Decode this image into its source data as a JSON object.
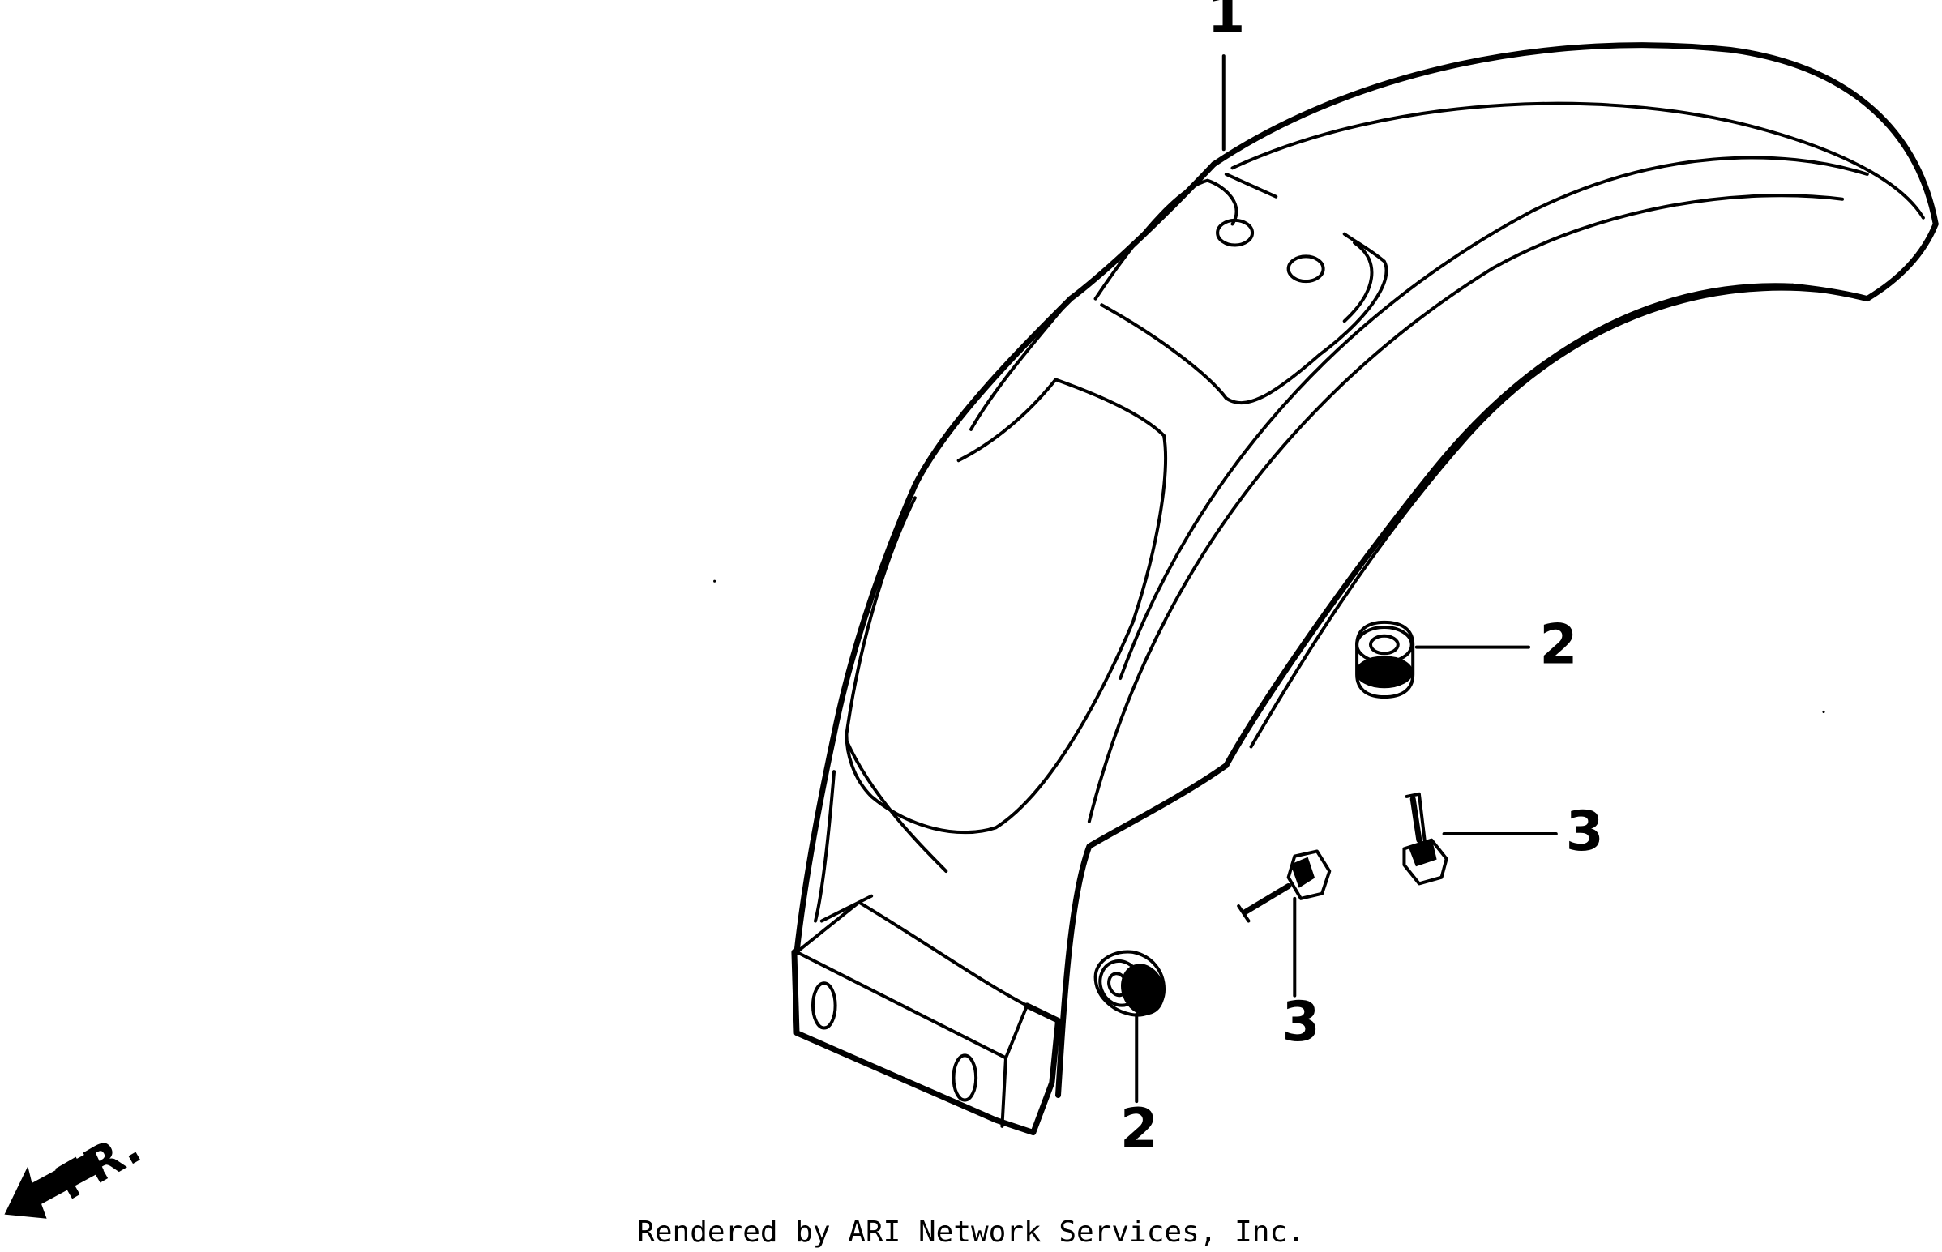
{
  "callouts": {
    "fender": "1",
    "rubber_upper": "2",
    "rubber_lower": "2",
    "bolt_right": "3",
    "bolt_left": "3"
  },
  "direction_label": "FR.",
  "footer_text": "Rendered by ARI Network Services, Inc."
}
